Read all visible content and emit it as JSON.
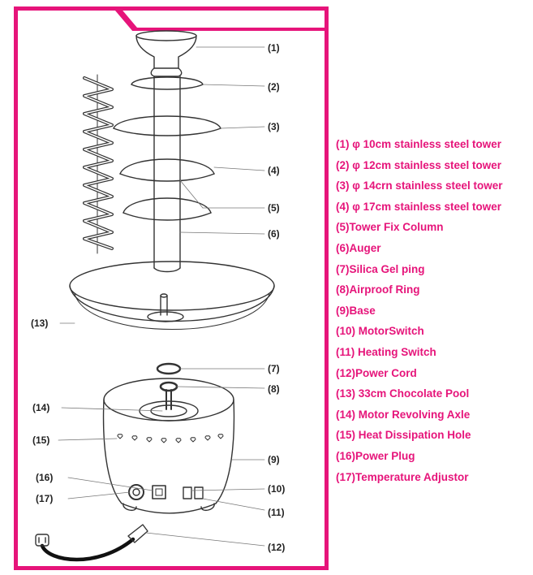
{
  "callouts": {
    "c1": "(1)",
    "c2": "(2)",
    "c3": "(3)",
    "c4": "(4)",
    "c5": "(5)",
    "c6": "(6)",
    "c7": "(7)",
    "c8": "(8)",
    "c9": "(9)",
    "c10": "(10)",
    "c11": "(11)",
    "c12": "(12)",
    "c13": "(13)",
    "c14": "(14)",
    "c15": "(15)",
    "c16": "(16)",
    "c17": "(17)"
  },
  "legend": [
    "(1) φ 10cm stainless steel tower",
    "(2) φ 12cm stainless steel tower",
    "(3) φ 14crn stainless steel tower",
    "(4) φ 17cm stainless steel tower",
    "(5)Tower Fix Column",
    "(6)Auger",
    "(7)Silica Gel ping",
    "(8)Airproof Ring",
    "(9)Base",
    "(10) MotorSwitch",
    "(11) Heating Switch",
    "(12)Power Cord",
    "(13) 33cm Chocolate Pool",
    "(14) Motor Revolving Axle",
    "(15) Heat Dissipation Hole",
    "(16)Power Plug",
    "(17)Temperature Adjustor"
  ],
  "colors": {
    "accent": "#e6147a",
    "line_art": "#333333",
    "cord": "#111111"
  }
}
